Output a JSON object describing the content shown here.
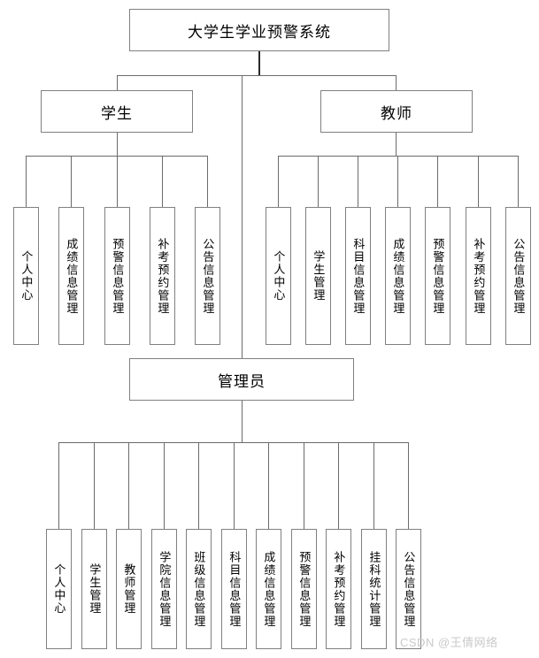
{
  "diagram": {
    "title": "大学生学业预警系统",
    "watermark": "CSDN @王倩网络",
    "roles": {
      "student": "学生",
      "teacher": "教师",
      "admin": "管理员"
    },
    "student_items": [
      "个人中心",
      "成绩信息管理",
      "预警信息管理",
      "补考预约管理",
      "公告信息管理"
    ],
    "teacher_items": [
      "个人中心",
      "学生管理",
      "科目信息管理",
      "成绩信息管理",
      "预警信息管理",
      "补考预约管理",
      "公告信息管理"
    ],
    "admin_items": [
      "个人中心",
      "学生管理",
      "教师管理",
      "学院信息管理",
      "班级信息管理",
      "科目信息管理",
      "成绩信息管理",
      "预警信息管理",
      "补考预约管理",
      "挂科统计管理",
      "公告信息管理"
    ],
    "colors": {
      "border": "#808080",
      "connector": "#6b6b6b",
      "text": "#000000",
      "background": "#ffffff",
      "watermark": "#c9c9c9"
    }
  }
}
